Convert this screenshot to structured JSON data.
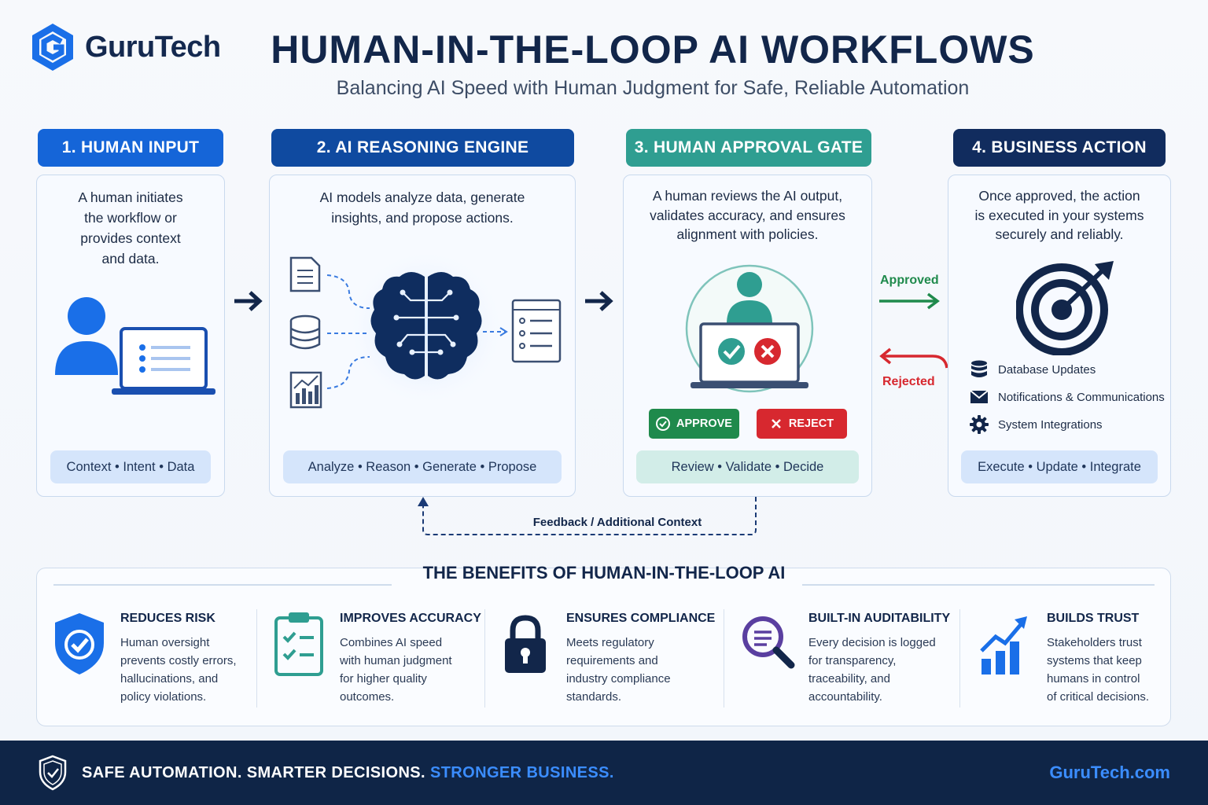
{
  "header": {
    "brand": "GuruTech",
    "title": "HUMAN-IN-THE-LOOP AI WORKFLOWS",
    "subtitle": "Balancing AI Speed with Human Judgment for Safe, Reliable Automation"
  },
  "steps": [
    {
      "title": "1. HUMAN INPUT",
      "lines": [
        "A human initiates",
        "the workflow or",
        "provides context",
        "and data."
      ],
      "tags": "Context • Intent • Data"
    },
    {
      "title": "2. AI REASONING ENGINE",
      "lines": [
        "AI models analyze data, generate",
        "insights, and propose actions."
      ],
      "tags": "Analyze • Reason • Generate • Propose"
    },
    {
      "title": "3. HUMAN APPROVAL GATE",
      "lines": [
        "A human reviews the AI output,",
        "validates accuracy, and ensures",
        "alignment with policies."
      ],
      "approve_label": "APPROVE",
      "reject_label": "REJECT",
      "tags": "Review • Validate • Decide"
    },
    {
      "title": "4. BUSINESS ACTION",
      "lines": [
        "Once approved, the action",
        "is executed in your systems",
        "securely and reliably."
      ],
      "actions": [
        "Database Updates",
        "Notifications & Communications",
        "System Integrations"
      ],
      "tags": "Execute • Update • Integrate"
    }
  ],
  "flow": {
    "approved": "Approved",
    "rejected": "Rejected",
    "feedback": "Feedback / Additional Context"
  },
  "benefits": {
    "title": "THE BENEFITS OF HUMAN-IN-THE-LOOP AI",
    "items": [
      {
        "title": "REDUCES RISK",
        "lines": [
          "Human oversight",
          "prevents costly errors,",
          "hallucinations, and",
          "policy violations."
        ]
      },
      {
        "title": "IMPROVES ACCURACY",
        "lines": [
          "Combines AI speed",
          "with human judgment",
          "for higher quality",
          "outcomes."
        ]
      },
      {
        "title": "ENSURES COMPLIANCE",
        "lines": [
          "Meets regulatory",
          "requirements and",
          "industry compliance",
          "standards."
        ]
      },
      {
        "title": "BUILT-IN AUDITABILITY",
        "lines": [
          "Every decision is logged",
          "for transparency,",
          "traceability, and",
          "accountability."
        ]
      },
      {
        "title": "BUILDS TRUST",
        "lines": [
          "Stakeholders trust",
          "systems that keep",
          "humans in control",
          "of critical decisions."
        ]
      }
    ]
  },
  "footer": {
    "tagline": "SAFE AUTOMATION. SMARTER DECISIONS.",
    "tagline_accent": "STRONGER BUSINESS.",
    "url": "GuruTech.com"
  },
  "colors": {
    "primary_blue": "#1565d8",
    "deep_blue": "#0f4aa0",
    "teal": "#2f9e91",
    "navy": "#112c5e",
    "approve_green": "#1f8a4c",
    "reject_red": "#d7282f"
  }
}
